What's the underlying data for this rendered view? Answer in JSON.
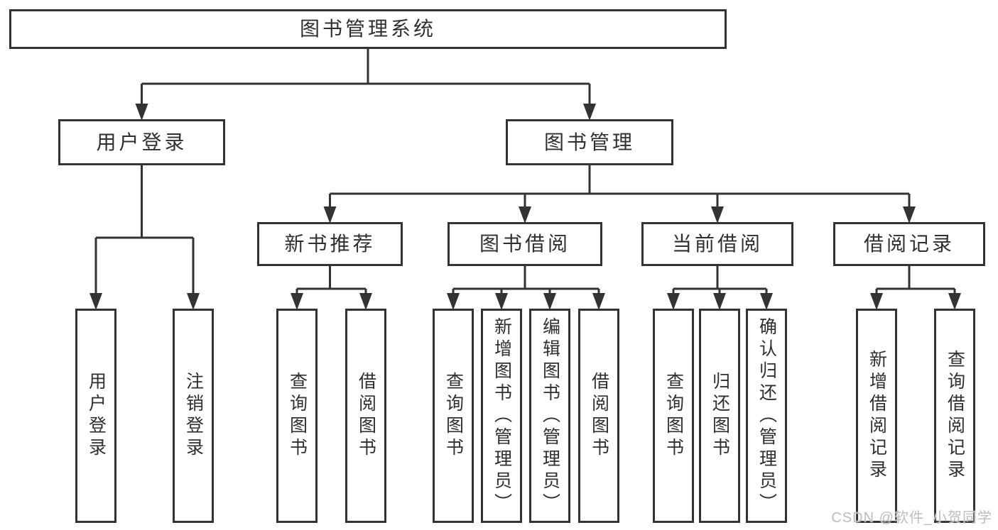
{
  "diagram": {
    "root": "图书管理系统",
    "level2": {
      "user_login": "用户登录",
      "book_mgmt": "图书管理"
    },
    "level3": {
      "new_book": "新书推荐",
      "borrow": "图书借阅",
      "current": "当前借阅",
      "records": "借阅记录"
    },
    "leaves": {
      "user_login": "用户登录",
      "logout": "注销登录",
      "newbook_query": "查询图书",
      "newbook_borrow": "借阅图书",
      "borrow_query": "查询图书",
      "borrow_add": "新增图书（管理员）",
      "borrow_edit": "编辑图书（管理员）",
      "borrow_borrow": "借阅图书",
      "current_query": "查询图书",
      "current_return": "归还图书",
      "current_confirm": "确认归还（管理员）",
      "records_add": "新增借阅记录",
      "records_query": "查询借阅记录"
    }
  },
  "watermark": "CSDN @软件_小贺同学",
  "colors": {
    "line": "#333333",
    "text": "#2f2f2f",
    "watermark": "#bdbdbd",
    "background": "#ffffff"
  }
}
